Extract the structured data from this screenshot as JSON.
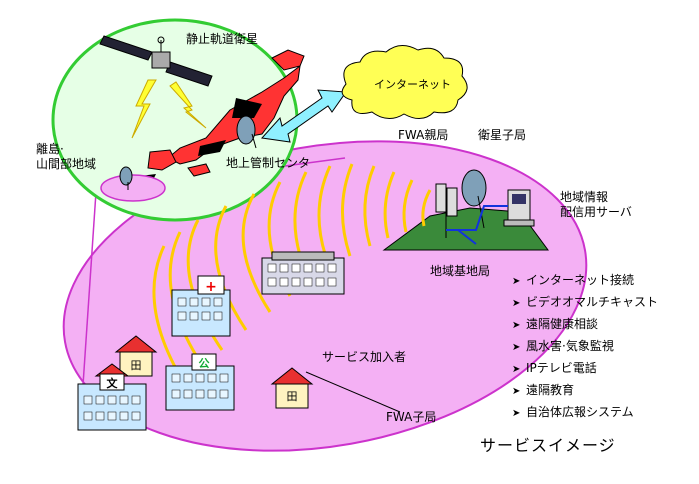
{
  "labels": {
    "satellite": "静止軌道衛星",
    "internet": "インターネット",
    "remote_area": "離島·\n山間部地域",
    "ground_center": "地上管制センタ",
    "fwa_parent": "FWA親局",
    "sat_child": "衛星子局",
    "regional_server": "地域情報\n配信用サーバ",
    "base_station": "地域基地局",
    "subscribers": "サービス加入者",
    "fwa_child": "FWA子局",
    "school_sign": "文",
    "hospital_sign": "+",
    "public_sign": "公",
    "house_sign": "田"
  },
  "services": [
    "インターネット接続",
    "ビデオオマルチキャスト",
    "遠隔健康相談",
    "風水害·気象監視",
    "IPテレビ電話",
    "遠隔教育",
    "自治体広報システム"
  ],
  "service_marker": "➤",
  "caption": "サービスイメージ",
  "colors": {
    "green_circle": "#e0ffe0",
    "green_border": "#33cc33",
    "pink": "#f4b0f4",
    "pink_border": "#cc33cc",
    "yellow_wave": "#ffcc00",
    "cloud": "#ffff55",
    "japan_red": "#ff3333",
    "arrow_cyan": "#8ff0ff"
  }
}
